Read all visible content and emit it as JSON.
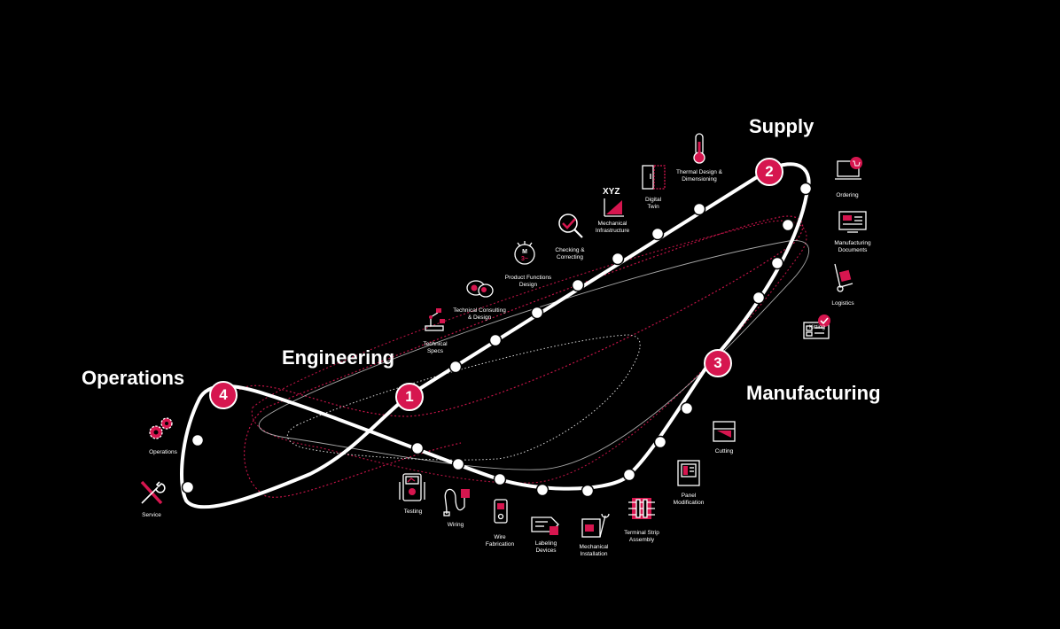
{
  "colors": {
    "accent": "#d6164f",
    "line": "#ffffff",
    "background": "#000000"
  },
  "phases": [
    {
      "id": "engineering",
      "number": "1",
      "title": "Engineering"
    },
    {
      "id": "supply",
      "number": "2",
      "title": "Supply"
    },
    {
      "id": "manufacturing",
      "number": "3",
      "title": "Manufacturing"
    },
    {
      "id": "operations",
      "number": "4",
      "title": "Operations"
    }
  ],
  "steps": {
    "technical_specs": {
      "label": "Technical\nSpecs",
      "icon": "robot-arm-icon"
    },
    "technical_consulting": {
      "label": "Technical Consulting\n& Design",
      "icon": "chat-bubbles-icon"
    },
    "product_functions": {
      "label": "Product Functions\nDesign",
      "icon": "motor-icon"
    },
    "checking": {
      "label": "Checking &\nCorrecting",
      "icon": "magnifier-check-icon"
    },
    "mechanical_infrastructure": {
      "label": "Mechanical\nInfrastructure",
      "icon": "xyz-axes-icon"
    },
    "digital_twin": {
      "label": "Digital\nTwin",
      "icon": "cabinet-twin-icon"
    },
    "thermal_design": {
      "label": "Thermal Design &\nDimensioning",
      "icon": "thermometer-icon"
    },
    "ordering": {
      "label": "Ordering",
      "icon": "laptop-cart-icon"
    },
    "manufacturing_documents": {
      "label": "Manufacturing\nDocuments",
      "icon": "monitor-document-icon"
    },
    "logistics": {
      "label": "Logistics",
      "icon": "hand-truck-icon"
    },
    "kitting": {
      "label": "Kitting",
      "icon": "kit-tray-icon"
    },
    "cutting": {
      "label": "Cutting",
      "icon": "cutting-icon"
    },
    "panel_modification": {
      "label": "Panel\nModification",
      "icon": "panel-icon"
    },
    "terminal_strip": {
      "label": "Terminal Strip\nAssembly",
      "icon": "terminal-strip-icon"
    },
    "mechanical_installation": {
      "label": "Mechanical\nInstallation",
      "icon": "wrench-box-icon"
    },
    "labeling": {
      "label": "Labeling\nDevices",
      "icon": "label-tag-icon"
    },
    "wire_fabrication": {
      "label": "Wire\nFabrication",
      "icon": "wire-device-icon"
    },
    "wiring": {
      "label": "Wiring",
      "icon": "cable-icon"
    },
    "testing": {
      "label": "Testing",
      "icon": "multimeter-icon"
    },
    "operations": {
      "label": "Operations",
      "icon": "gears-icon"
    },
    "service": {
      "label": "Service",
      "icon": "tools-icon"
    }
  }
}
